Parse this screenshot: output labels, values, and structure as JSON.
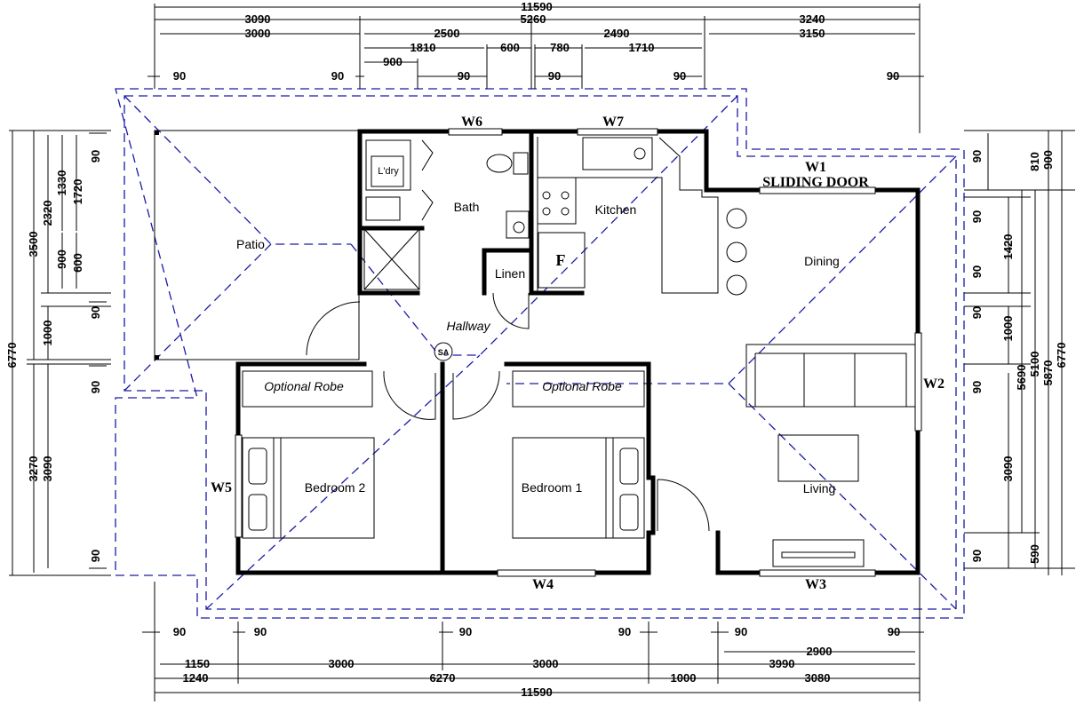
{
  "dimensions": {
    "top": {
      "overall": "11590",
      "row2": [
        "3090",
        "5260",
        "3240"
      ],
      "row3": [
        "3000",
        "2500",
        "2490",
        "3150"
      ],
      "row4": [
        "1810",
        "600",
        "780",
        "1710"
      ],
      "row5": [
        "900"
      ],
      "row6": [
        "90",
        "90",
        "90",
        "90",
        "90",
        "90"
      ]
    },
    "bottom": {
      "row1": [
        "90",
        "90",
        "90",
        "90",
        "90",
        "90"
      ],
      "row2": [
        "2900"
      ],
      "row3": [
        "1150",
        "3000",
        "3000",
        "3990"
      ],
      "row4": [
        "1240",
        "6270",
        "1000",
        "3080"
      ],
      "overall": "11590"
    },
    "left": {
      "outer": [
        "6770"
      ],
      "mid": [
        "3500",
        "3270"
      ],
      "inner": [
        "2320",
        "1000",
        "3090"
      ],
      "inner2": [
        "1330",
        "900",
        "600",
        "1720"
      ],
      "small": [
        "90",
        "90",
        "90",
        "90"
      ]
    },
    "right": {
      "outer": [
        "6770"
      ],
      "mid": [
        "5870",
        "5100",
        "5690"
      ],
      "inner": [
        "900",
        "810",
        "1420",
        "1000",
        "3090",
        "590"
      ],
      "small": [
        "90",
        "90",
        "90",
        "90",
        "90",
        "90"
      ]
    }
  },
  "rooms": {
    "patio": "Patio",
    "laundry": "L'dry",
    "bath": "Bath",
    "kitchen": "Kitchen",
    "linen": "Linen",
    "fridge": "F",
    "dining": "Dining",
    "hallway": "Hallway",
    "smoke_alarm": "SA",
    "robe_left": "Optional Robe",
    "robe_right": "Optional Robe",
    "bedroom2": "Bedroom 2",
    "bedroom1": "Bedroom 1",
    "living": "Living"
  },
  "windows": {
    "w1": "W1",
    "sliding_door": "SLIDING DOOR",
    "w2": "W2",
    "w3": "W3",
    "w4": "W4",
    "w5": "W5",
    "w6": "W6",
    "w7": "W7"
  },
  "colors": {
    "roofline": "#1a1aa8",
    "walls": "#000000",
    "background": "#ffffff"
  }
}
